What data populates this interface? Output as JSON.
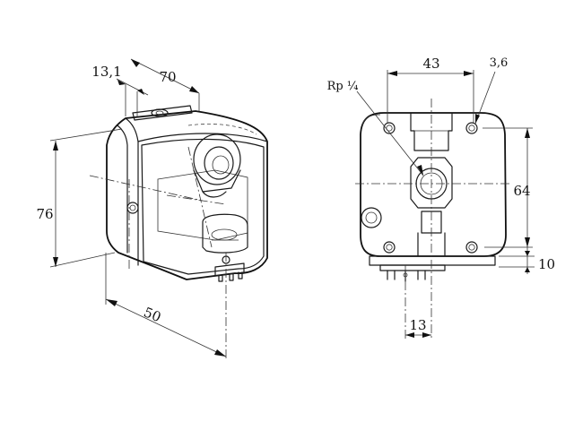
{
  "left_view": {
    "dim_width": "70",
    "dim_offset": "13,1",
    "dim_height": "76",
    "dim_depth": "50"
  },
  "right_view": {
    "dim_hole_spacing_x": "43",
    "dim_hole_diameter": "3,6",
    "dim_hole_spacing_y": "64",
    "dim_base_height": "10",
    "dim_terminal_width": "13",
    "thread_label": "Rp ¼"
  }
}
